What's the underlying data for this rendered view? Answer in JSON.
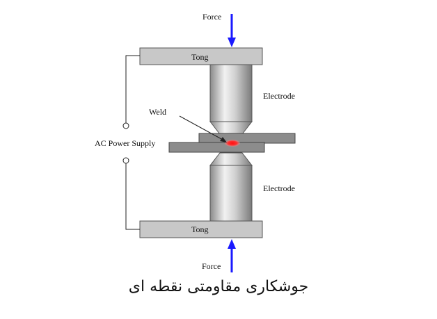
{
  "labels": {
    "force_top": "Force",
    "force_bottom": "Force",
    "tong_top": "Tong",
    "tong_bottom": "Tong",
    "electrode_top": "Electrode",
    "electrode_bottom": "Electrode",
    "weld": "Weld",
    "power_supply": "AC Power Supply"
  },
  "caption": "جوشکاری مقاومتی نقطه ای",
  "colors": {
    "force_arrow": "#1a1aff",
    "weld_spot": "#ff2020",
    "tong_fill": "#c8c8c8",
    "plate_fill": "#8c8c8c"
  }
}
